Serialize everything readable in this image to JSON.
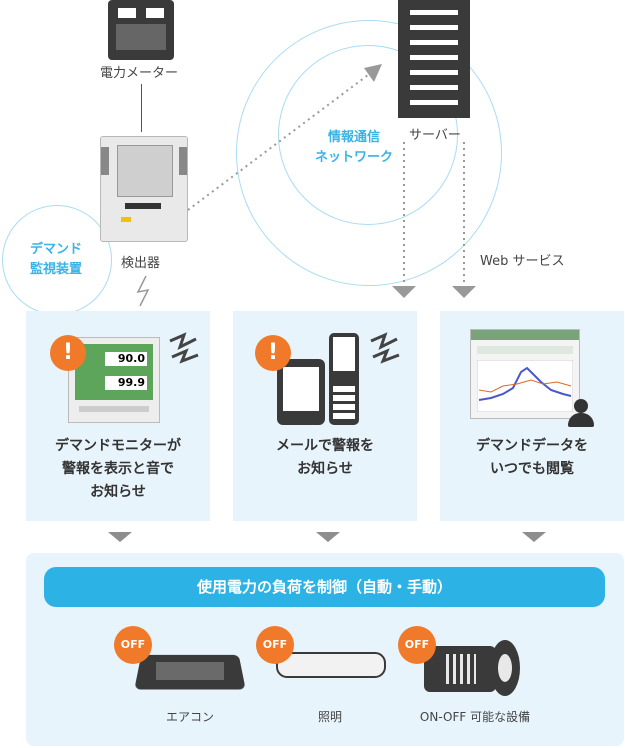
{
  "nodes": {
    "meter_label": "電力メーター",
    "server_label": "サーバー",
    "detector_label": "検出器",
    "network_label": "情報通信\nネットワーク",
    "demand_monitor_label": "デマンド\n監視装置",
    "web_service_label": "Web サービス"
  },
  "panels": [
    {
      "text": "デマンドモニターが\n警報を表示と音で\nお知らせ"
    },
    {
      "text": "メールで警報を\nお知らせ"
    },
    {
      "text": "デマンドデータを\nいつでも閲覧"
    }
  ],
  "monitor_screen": {
    "value1": "90.0",
    "value2": "99.9"
  },
  "warning_mark": "!",
  "control": {
    "title": "使用電力の負荷を制御（自動・手動）",
    "off_label": "OFF",
    "devices": [
      {
        "label": "エアコン"
      },
      {
        "label": "照明"
      },
      {
        "label": "ON-OFF 可能な設備"
      }
    ]
  },
  "colors": {
    "accent": "#2cb2e4",
    "panel": "#e8f4fb",
    "warning": "#f07a2a",
    "network_text": "#3ab3e6",
    "dark": "#3a3a3a"
  }
}
